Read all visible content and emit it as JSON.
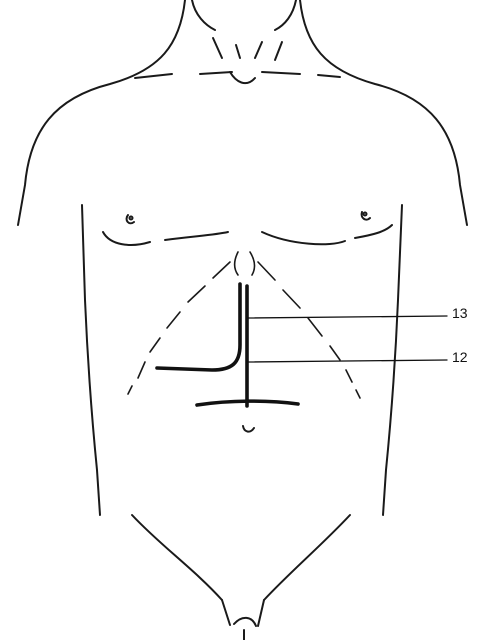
{
  "figure": {
    "callouts": [
      {
        "id": "13",
        "label": "13"
      },
      {
        "id": "12",
        "label": "12"
      }
    ],
    "colors": {
      "background": "#ffffff",
      "outline": "#1a1a1a",
      "incision": "#111111"
    }
  }
}
